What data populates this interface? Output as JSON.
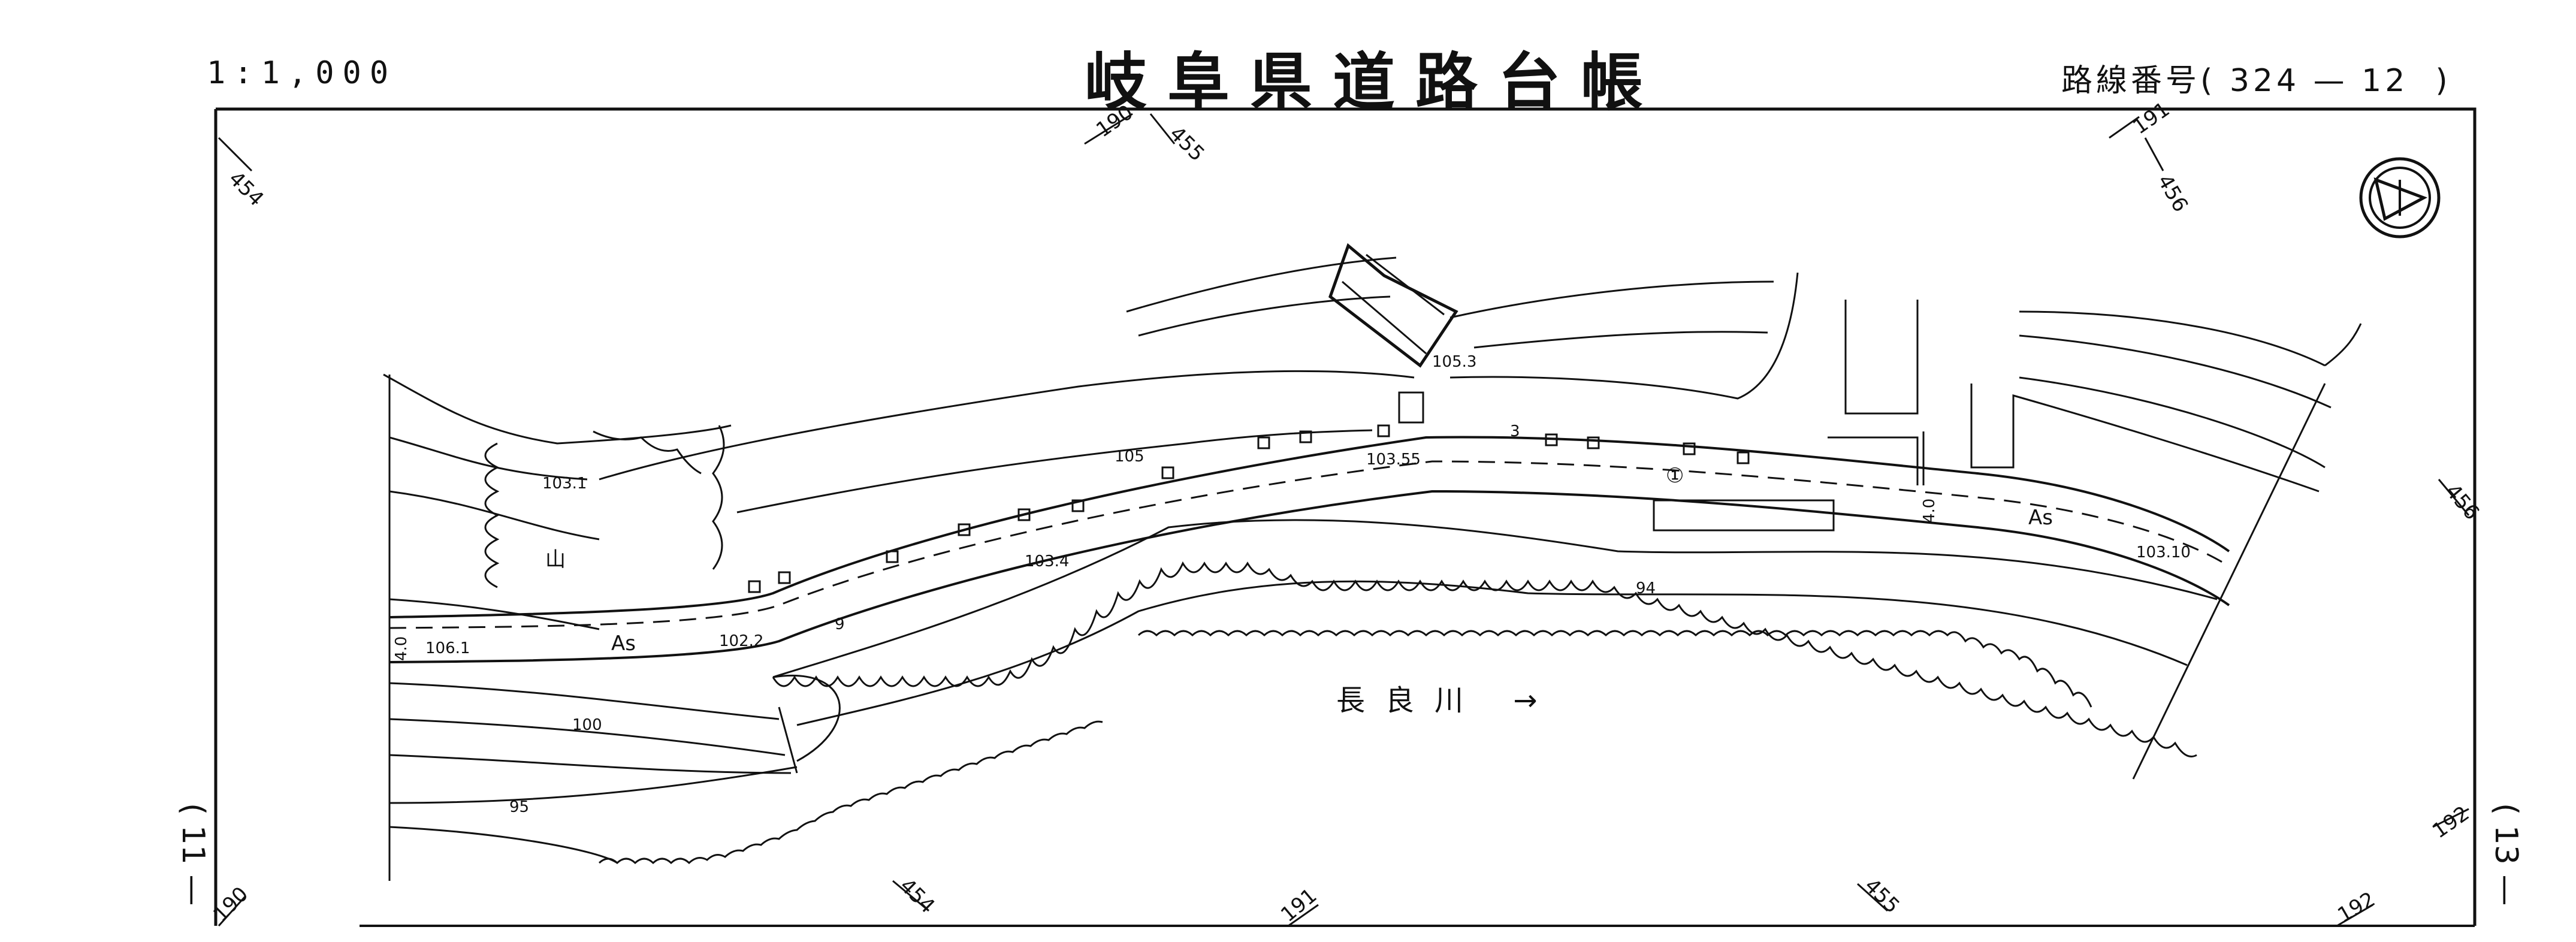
{
  "header": {
    "scale": "1:1,000",
    "title": "岐阜県道路台帳",
    "route_number": "路線番号( 324 — 12  )"
  },
  "side_refs": {
    "left": "( 11 —",
    "right": "( 13 —"
  },
  "grid_marks": {
    "g1": "454",
    "g2": "190",
    "g3": "455",
    "g4": "191",
    "g5": "456",
    "g6": "456",
    "g7": "454",
    "g8": "191",
    "g9": "455",
    "g10": "192",
    "g11": "192",
    "g12": "190"
  },
  "map": {
    "river_name": "長良川 →",
    "elevations": {
      "e1": "103.1",
      "e2": "105.3",
      "e3": "105",
      "e4": "103.55",
      "e5": "103.4",
      "e6": "102.2",
      "e7": "106.1",
      "e8": "103.10",
      "e9": "100",
      "e10": "95",
      "e11": "94"
    },
    "surface_labels": {
      "as_left": "As",
      "as_right": "As"
    },
    "widths": {
      "w1": "4.0",
      "w2": "4.0",
      "w3": "3",
      "w4": "9"
    },
    "route_marker": "①",
    "mountain_symbol": "山",
    "north_arrow": "north-arrow-icon"
  },
  "colors": {
    "ink": "#111111",
    "paper": "#ffffff"
  }
}
